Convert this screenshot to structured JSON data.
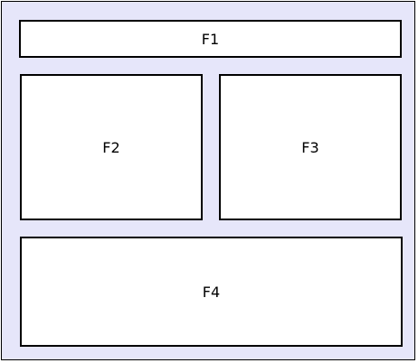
{
  "colors": {
    "outer_fill": "#e6e6fa",
    "box_fill": "#ffffff",
    "stroke": "#000000"
  },
  "frames": [
    {
      "label": "F1"
    },
    {
      "label": "F2"
    },
    {
      "label": "F3"
    },
    {
      "label": "F4"
    }
  ]
}
